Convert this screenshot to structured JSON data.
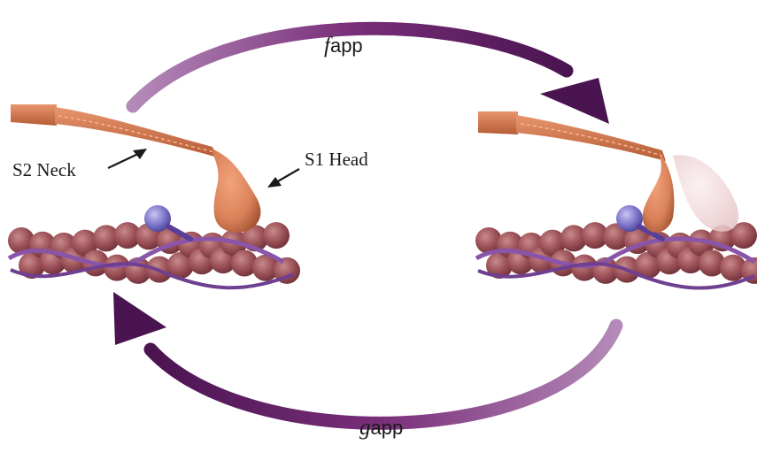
{
  "labels": {
    "s2_neck": "S2 Neck",
    "s1_head": "S1 Head",
    "f_app_italic": "f",
    "f_app_rest": "app",
    "g_app_italic": "g",
    "g_app_rest": "app"
  },
  "colors": {
    "arrow": "#7a2f7a",
    "arrow_dark": "#4a1450",
    "myosin": "#d9825a",
    "myosin_dark": "#a9502e",
    "actin": "#a0585e",
    "actin_dark": "#6e3038",
    "tropomyosin": "#8a55a8",
    "troponin": "#7a72c8"
  }
}
